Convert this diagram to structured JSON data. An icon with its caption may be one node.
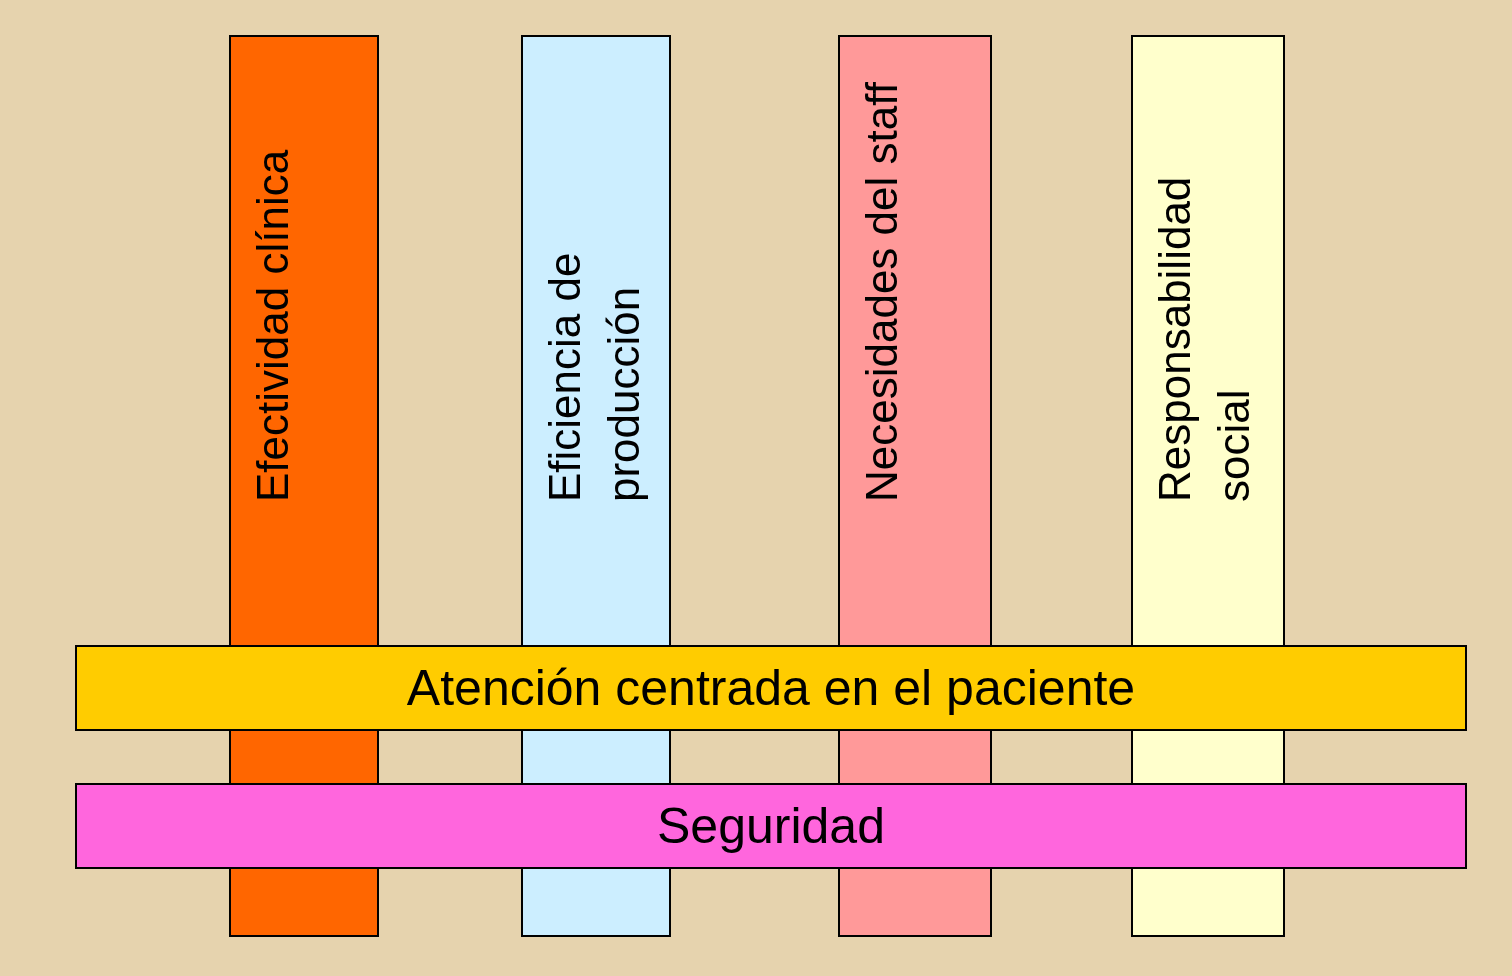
{
  "diagram": {
    "nodes": [
      {
        "text": [
          "Efectividad clínica"
        ]
      },
      {
        "text": [
          "Eficiencia de producción"
        ]
      },
      {
        "text": [
          "Necesidades del staff"
        ]
      },
      {
        "text": [
          "Responsabilidad social"
        ]
      },
      {
        "text": [
          "Atención centrada en el paciente"
        ]
      },
      {
        "text": [
          "Seguridad"
        ]
      }
    ]
  }
}
